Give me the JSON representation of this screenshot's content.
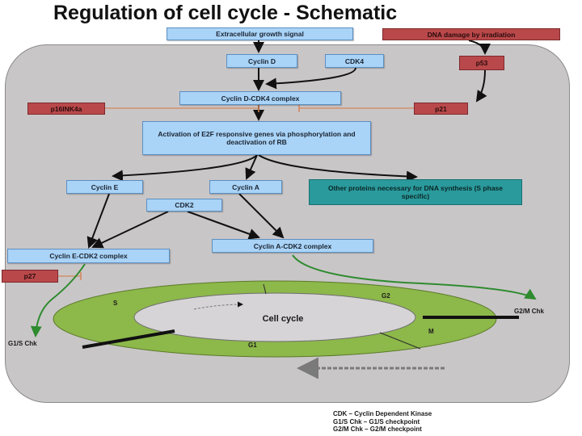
{
  "title": "Regulation of cell cycle - Schematic",
  "nodes": {
    "growth_signal": "Extracellular growth signal",
    "dna_damage": "DNA damage by irradiation",
    "cyclin_d": "Cyclin D",
    "cdk4": "CDK4",
    "p53": "p53",
    "cyclin_d_cdk4": "Cyclin D-CDK4 complex",
    "p16": "p16INK4a",
    "p21": "p21",
    "e2f": "Activation of E2F responsive genes via phosphorylation and deactivation of RB",
    "cyclin_e": "Cyclin E",
    "cyclin_a": "Cyclin A",
    "other_proteins": "Other proteins necessary for DNA synthesis (S phase specific)",
    "cdk2": "CDK2",
    "cyclin_a_cdk2": "Cyclin A-CDK2 complex",
    "cyclin_e_cdk2": "Cyclin E-CDK2 complex",
    "p27": "p27"
  },
  "cycle": {
    "center": "Cell cycle",
    "s": "S",
    "g2": "G2",
    "m": "M",
    "g1": "G1"
  },
  "checkpoints": {
    "g1s": "G1/S Chk",
    "g2m": "G2/M Chk"
  },
  "legend": [
    "CDK – Cyclin Dependent Kinase",
    "G1/S Chk – G1/S checkpoint",
    "G2/M Chk – G2/M checkpoint"
  ],
  "colors": {
    "cell": "#c9c6c8",
    "blue_box": "#a9d3f7",
    "red_box": "#b9484a",
    "teal_box": "#2a9a9c",
    "ring": "#8db84a",
    "inhibition": "#d4855a",
    "checkpoint_arrow": "#2e8b2e"
  }
}
